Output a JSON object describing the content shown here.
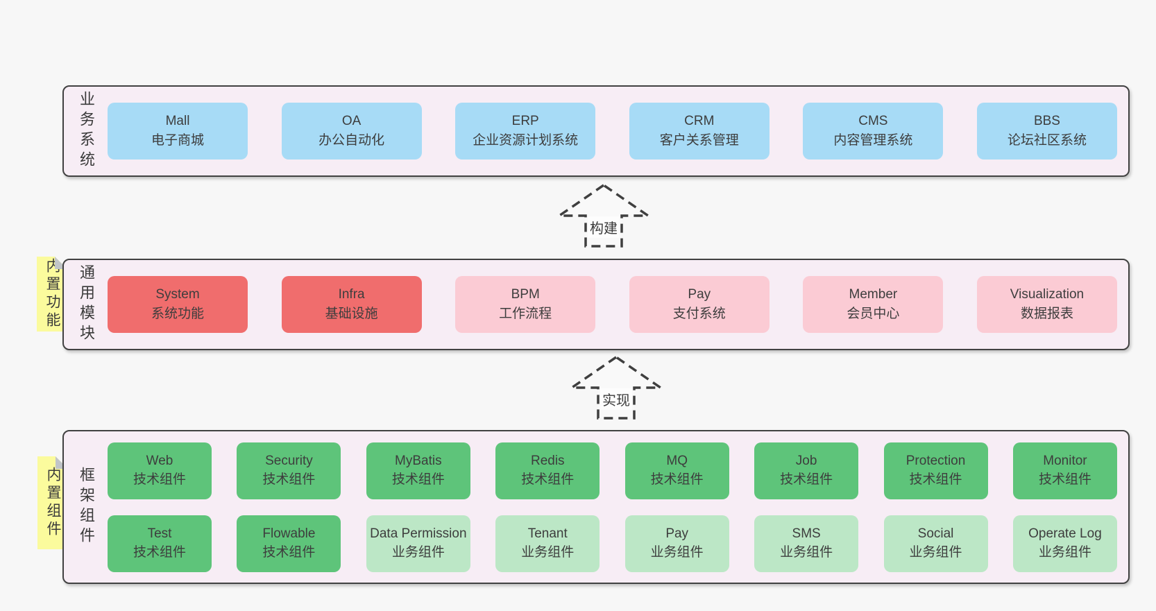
{
  "diagram": {
    "background": "#f7f7f7",
    "layers": [
      {
        "label": "业务系统",
        "boxes": [
          {
            "title": "Mall",
            "subtitle": "电子商城",
            "variant": "blue"
          },
          {
            "title": "OA",
            "subtitle": "办公自动化",
            "variant": "blue"
          },
          {
            "title": "ERP",
            "subtitle": "企业资源计划系统",
            "variant": "blue"
          },
          {
            "title": "CRM",
            "subtitle": "客户关系管理",
            "variant": "blue"
          },
          {
            "title": "CMS",
            "subtitle": "内容管理系统",
            "variant": "blue"
          },
          {
            "title": "BBS",
            "subtitle": "论坛社区系统",
            "variant": "blue"
          }
        ]
      },
      {
        "label": "通用模块",
        "tab": "内置功能",
        "boxes": [
          {
            "title": "System",
            "subtitle": "系统功能",
            "variant": "red"
          },
          {
            "title": "Infra",
            "subtitle": "基础设施",
            "variant": "red"
          },
          {
            "title": "BPM",
            "subtitle": "工作流程",
            "variant": "pink"
          },
          {
            "title": "Pay",
            "subtitle": "支付系统",
            "variant": "pink"
          },
          {
            "title": "Member",
            "subtitle": "会员中心",
            "variant": "pink"
          },
          {
            "title": "Visualization",
            "subtitle": "数据报表",
            "variant": "pink"
          }
        ]
      },
      {
        "label": "框架组件",
        "tab": "内置组件",
        "rows": [
          [
            {
              "title": "Web",
              "subtitle": "技术组件",
              "variant": "green"
            },
            {
              "title": "Security",
              "subtitle": "技术组件",
              "variant": "green"
            },
            {
              "title": "MyBatis",
              "subtitle": "技术组件",
              "variant": "green"
            },
            {
              "title": "Redis",
              "subtitle": "技术组件",
              "variant": "green"
            },
            {
              "title": "MQ",
              "subtitle": "技术组件",
              "variant": "green"
            },
            {
              "title": "Job",
              "subtitle": "技术组件",
              "variant": "green"
            },
            {
              "title": "Protection",
              "subtitle": "技术组件",
              "variant": "green"
            },
            {
              "title": "Monitor",
              "subtitle": "技术组件",
              "variant": "green"
            }
          ],
          [
            {
              "title": "Test",
              "subtitle": "技术组件",
              "variant": "green"
            },
            {
              "title": "Flowable",
              "subtitle": "技术组件",
              "variant": "green"
            },
            {
              "title": "Data Permission",
              "subtitle": "业务组件",
              "variant": "green-light"
            },
            {
              "title": "Tenant",
              "subtitle": "业务组件",
              "variant": "green-light"
            },
            {
              "title": "Pay",
              "subtitle": "业务组件",
              "variant": "green-light"
            },
            {
              "title": "SMS",
              "subtitle": "业务组件",
              "variant": "green-light"
            },
            {
              "title": "Social",
              "subtitle": "业务组件",
              "variant": "green-light"
            },
            {
              "title": "Operate Log",
              "subtitle": "业务组件",
              "variant": "green-light"
            }
          ]
        ]
      }
    ],
    "arrows": [
      {
        "label": "构建"
      },
      {
        "label": "实现"
      }
    ],
    "colors": {
      "page_background": "#f7f7f7",
      "panel_background": "#f7edf5",
      "panel_border": "#414141",
      "box_blue": "#a7dbf6",
      "box_red": "#f06d6d",
      "box_pink": "#fbcbd4",
      "box_green": "#5ec47a",
      "box_green_light": "#bce7c6",
      "sticky_tab_yellow": "#fbfb9d",
      "fold_corner_gray": "#c1c5c8",
      "text": "#3d3d3d"
    }
  }
}
